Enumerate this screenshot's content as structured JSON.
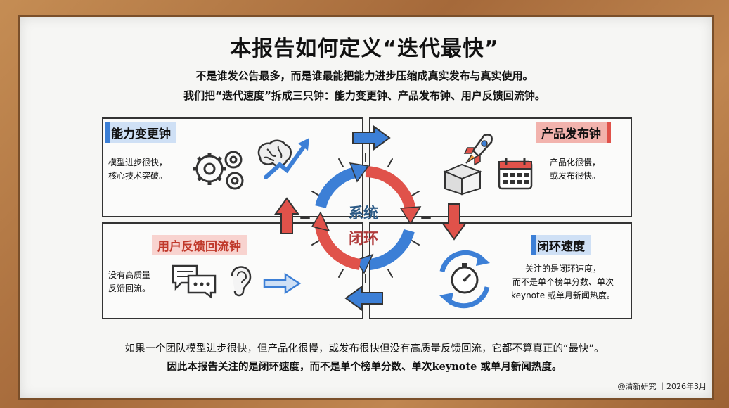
{
  "title": "本报告如何定义“迭代最快”",
  "subtitle_1": "不是谁发公告最多，而是谁最能把能力进步压缩成真实发布与真实使用。",
  "subtitle_2": "我们把“迭代速度”拆成三只钟：能力变更钟、产品发布钟、用户反馈回流钟。",
  "panels": {
    "capability": {
      "label": "能力变更钟",
      "desc_1": "模型进步很快，",
      "desc_2": "核心技术突破。"
    },
    "release": {
      "label": "产品发布钟",
      "desc_1": "产品化很慢，",
      "desc_2": "或发布很快。"
    },
    "feedback": {
      "label": "用户反馈回流钟",
      "desc_1": "没有高质量",
      "desc_2": "反馈回流。"
    },
    "loop_speed": {
      "label": "闭环速度",
      "desc_1": "关注的是闭环速度，",
      "desc_2": "而不是单个榜单分数、单次",
      "desc_3": "keynote  或单月新闻热度。"
    }
  },
  "center": {
    "line_1": "系统",
    "line_2": "闭环"
  },
  "conclusion_1": "如果一个团队模型进步很快，但产品化很慢，或发布很快但没有高质量反馈回流，它都不算真正的“最快”。",
  "conclusion_2": "因此本报告关注的是闭环速度，而不是单个榜单分数、单次keynote  或单月新闻热度。",
  "credit": "@清新研究 ｜2026年3月",
  "colors": {
    "blue": "#3c7fd6",
    "red": "#e0524a",
    "center_blue": "#2d5b86",
    "center_red": "#b03a3a"
  },
  "icons": [
    "gears-icon",
    "brain-icon",
    "trend-arrow-icon",
    "rocket-icon",
    "box-icon",
    "calendar-icon",
    "chat-bubbles-icon",
    "ear-icon",
    "stopwatch-icon",
    "cycle-arrows-icon"
  ]
}
